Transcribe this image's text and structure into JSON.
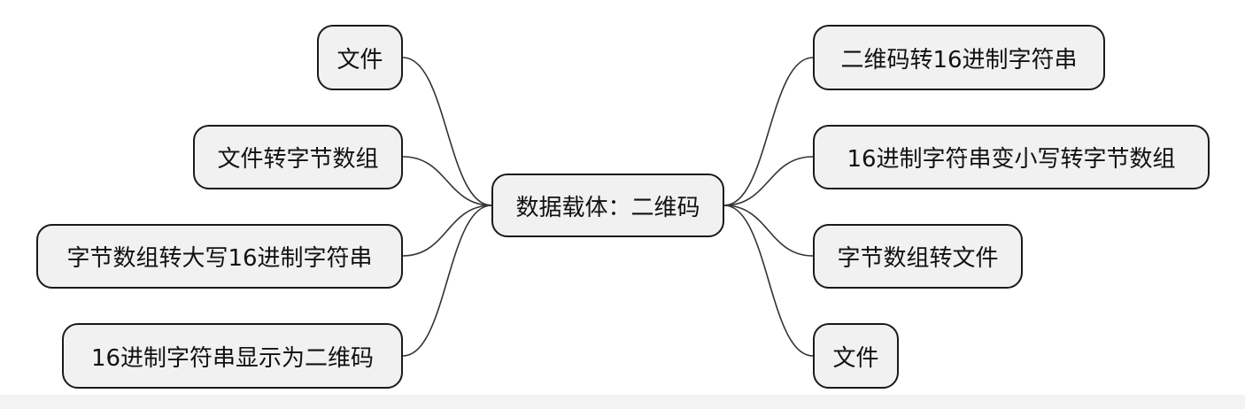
{
  "mindmap": {
    "root": "数据载体：二维码",
    "left": [
      "文件",
      "文件转字节数组",
      "字节数组转大写16进制字符串",
      "16进制字符串显示为二维码"
    ],
    "right": [
      "二维码转16进制字符串",
      "16进制字符串变小写转字节数组",
      "字节数组转文件",
      "文件"
    ]
  },
  "colors": {
    "node_fill": "#f1f1f1",
    "node_border": "#1a1a1a",
    "edge": "#333333"
  }
}
